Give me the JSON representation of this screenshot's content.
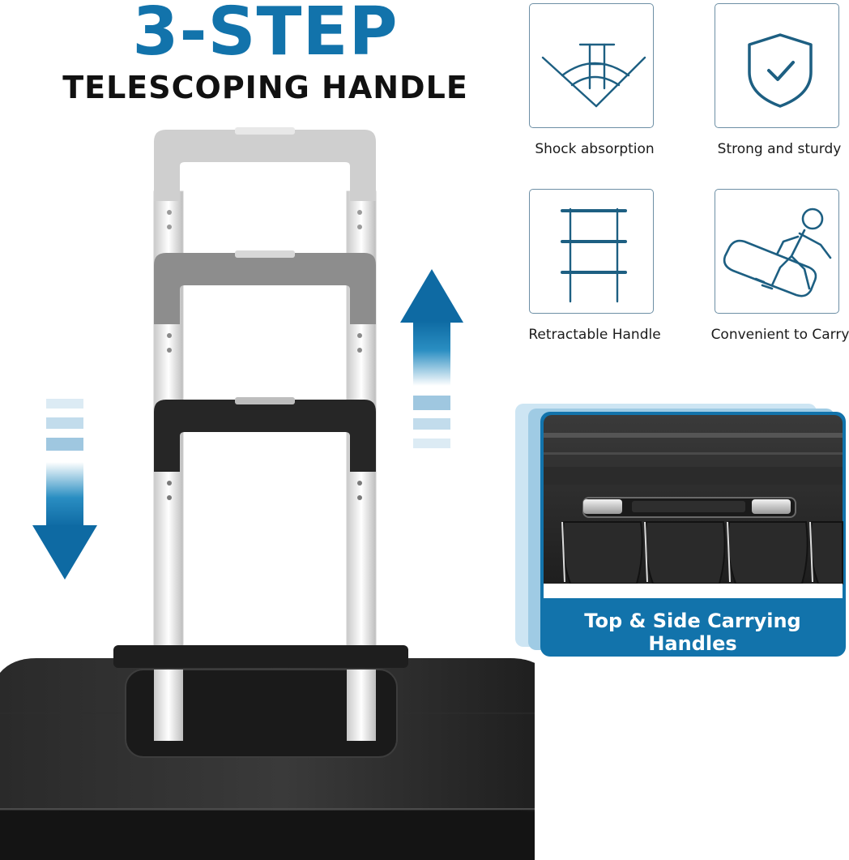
{
  "hero": {
    "headline": "3-STEP",
    "subheadline": "TELESCOPING HANDLE",
    "accent_color": "#1273ab"
  },
  "features": [
    {
      "label": "Shock absorption",
      "icon": "shock-absorption-icon"
    },
    {
      "label": "Strong and sturdy",
      "icon": "shield-check-icon"
    },
    {
      "label": "Retractable Handle",
      "icon": "retractable-handle-icon"
    },
    {
      "label": "Convenient to Carry",
      "icon": "carry-person-icon"
    }
  ],
  "carry_panel": {
    "caption": "Top & Side Carrying Handles",
    "bg_color": "#1273ab"
  },
  "arrows": {
    "up": "arrow-up-icon",
    "down": "arrow-down-icon"
  }
}
